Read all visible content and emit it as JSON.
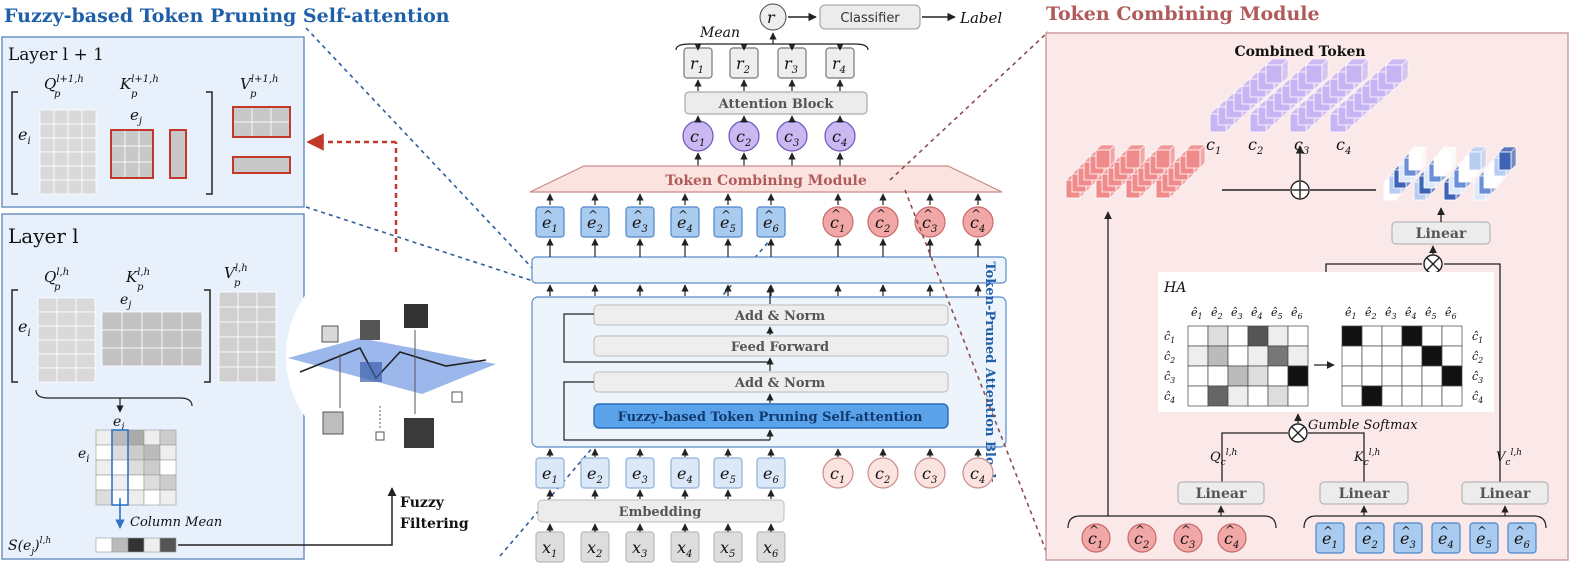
{
  "left_panel": {
    "title": "Fuzzy-based Token Pruning Self-attention",
    "layer_top": {
      "label": "Layer l + 1",
      "q": "Q",
      "q_sup": "l+1,h",
      "k": "K",
      "k_sup": "l+1,h",
      "v": "V",
      "v_sup": "l+1,h",
      "p": "p",
      "ei": "e",
      "ei_sub": "i",
      "ej": "e",
      "ej_sub": "j"
    },
    "layer_bottom": {
      "label": "Layer  l",
      "q": "Q",
      "q_sup": "l,h",
      "k": "K",
      "k_sup": "l,h",
      "v": "V",
      "v_sup": "l,h",
      "p": "p",
      "ei": "e",
      "ei_sub": "i",
      "ej": "e",
      "ej_sub": "j"
    },
    "attn_ej": "e",
    "attn_ej_sub": "j",
    "attn_ei": "e",
    "attn_ei_sub": "i",
    "column_mean": "Column Mean",
    "score_label": "S(e",
    "score_sub": "j",
    "score_sup": "l,h",
    "fuzzy_line1": "Fuzzy",
    "fuzzy_line2": "Filtering"
  },
  "center": {
    "classifier": "Classifier",
    "label": "Label",
    "r": "r",
    "mean": "Mean",
    "r_tokens": [
      "r",
      "r",
      "r",
      "r"
    ],
    "r_subs": [
      "1",
      "2",
      "3",
      "4"
    ],
    "attention_block": "Attention Block",
    "c_tokens": [
      "c",
      "c",
      "c",
      "c"
    ],
    "c_subs": [
      "1",
      "2",
      "3",
      "4"
    ],
    "token_combining_module": "Token Combining Module",
    "ehat_subs": [
      "1",
      "2",
      "3",
      "4",
      "5",
      "6"
    ],
    "chat_subs": [
      "1",
      "2",
      "3",
      "4"
    ],
    "add_norm_top": "Add & Norm",
    "feed_forward": "Feed Forward",
    "add_norm_bottom": "Add & Norm",
    "fuzzy_attention": "Fuzzy-based Token Pruning Self-attention",
    "side_label": "Token-Pruned Attention Block",
    "e_subs": [
      "1",
      "2",
      "3",
      "4",
      "5",
      "6"
    ],
    "c_in_subs": [
      "1",
      "2",
      "3",
      "4"
    ],
    "embedding": "Embedding",
    "x_subs": [
      "1",
      "2",
      "3",
      "4",
      "5",
      "6"
    ]
  },
  "right_panel": {
    "title": "Token Combining Module",
    "combined_token": "Combined Token",
    "c_labels": [
      "c",
      "c",
      "c",
      "c"
    ],
    "c_subs": [
      "1",
      "2",
      "3",
      "4"
    ],
    "linear_top": "Linear",
    "ha": "HA",
    "hat_cols": [
      "1",
      "2",
      "3",
      "4",
      "5",
      "6"
    ],
    "hat_rows": [
      "1",
      "2",
      "3",
      "4"
    ],
    "gumbel": "Gumble Softmax",
    "q_label": "Q",
    "q_sub": "c",
    "q_sup": "l,h",
    "k_label": "K",
    "k_sub": "c",
    "k_sup": "l,h",
    "v_label": "V",
    "v_sub": "c",
    "v_sup": "l,h",
    "linear_q": "Linear",
    "linear_k": "Linear",
    "linear_v": "Linear",
    "chat_bottom_subs": [
      "1",
      "2",
      "3",
      "4"
    ],
    "ehat_bottom_subs": [
      "1",
      "2",
      "3",
      "4",
      "5",
      "6"
    ]
  },
  "colors": {
    "blue_title": "#1f5fa8",
    "red_title": "#b05a5a",
    "panel_blue": "#e8f0fb",
    "panel_red": "#fbe9e9",
    "token_blue": "#aacbf0",
    "token_red": "#f2a7a7",
    "token_purple": "#c9b8f2"
  }
}
